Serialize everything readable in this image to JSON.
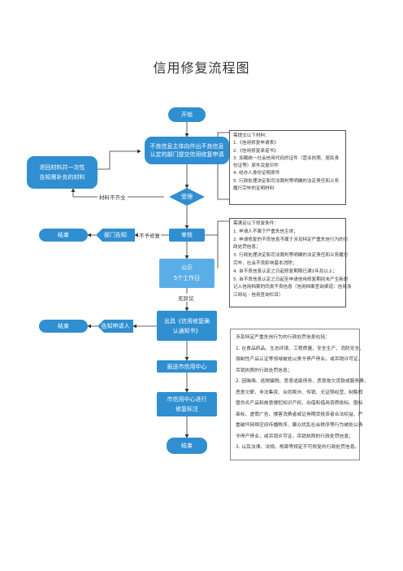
{
  "title": "信用修复流程图",
  "nodes": {
    "start": "开始",
    "submit": [
      "不良信息主体向作出不良信息",
      "认定的部门提交信用修复申请"
    ],
    "accept": "受理",
    "review": "审核",
    "publicity": [
      "公示",
      "5个工作日"
    ],
    "issue": [
      "出具《信用修复确",
      "认通知书》"
    ],
    "center": "报送市信用中心",
    "mark": [
      "市信用中心进行",
      "修复标注"
    ],
    "end": "结束",
    "return": [
      "退回材料并一次性",
      "告知需补充的材料"
    ],
    "dept_notice": "部门告知",
    "end_left1": "结束",
    "notify_applicant": "告知申请人",
    "end_left2": "结束"
  },
  "edge_labels": {
    "incomplete": "材料不齐全",
    "reject": "不予修复",
    "no_objection": "无异议"
  },
  "notes": {
    "materials": [
      "需提交以下材料：",
      "1.《信用修复申请表》",
      "2.《信用修复承诺书》",
      "3. 加载统一社会信用代码的证件（营业执照、居民身",
      "份证等）原件及复印件",
      "4. 经办人身份证明原件",
      "5. 行政处理决定和司法裁判等明确的法定责任和义务",
      "履行完毕的证明材料"
    ],
    "conditions": [
      "需满足以下修复条件：",
      "1. 申请人不属于严重失信主体；",
      "2. 申请修复的不良信息不属于涉及特定严重失信行为的行",
      "政处罚信息；",
      "3. 行政处理决定和司法裁判等明确的法定责任和义务履行",
      "完毕，社会不良影响基本消除；",
      "4. 自不良信息认定之日起修复期限已满1年及以上；",
      "5. 自不良信息认定之日起至申请信用修复期间未产生新的",
      "记入信用档案的同类不良信息（信用档案查询渠道：信用浙",
      "江网站 - 信用查询栏目）"
    ],
    "serious": [
      "涉及特定严重失信行为的行政处罚信息包括：",
      "1. 在食品药品、生态环境、工程质量、安全生产、消防安全、",
      "强制性产品认证等领域被处以责令停产停业，或吊销许可证、",
      "吊销执照的行政处罚信息；",
      "2. 因贿赂、逃税骗税、恶意逃废债务、恶意拖欠货款或服务费、",
      "恶意欠薪、非法集资、合同欺诈、传销、无证照经营、制售假",
      "冒伪劣产品和故意侵犯知识产权、出借和借用资质投标、围标",
      "串标、虚假广告、侵害消费者或证券期货投资者合法权益、严",
      "重破坏网络空间传播秩序、聚众扰乱社会秩序等行为被处以责",
      "令停产停业，或吊销许可证、吊销执照的行政处罚信息；",
      "3. 以及法律、法规、规章等规定不可修复的行政处罚信息。"
    ]
  }
}
